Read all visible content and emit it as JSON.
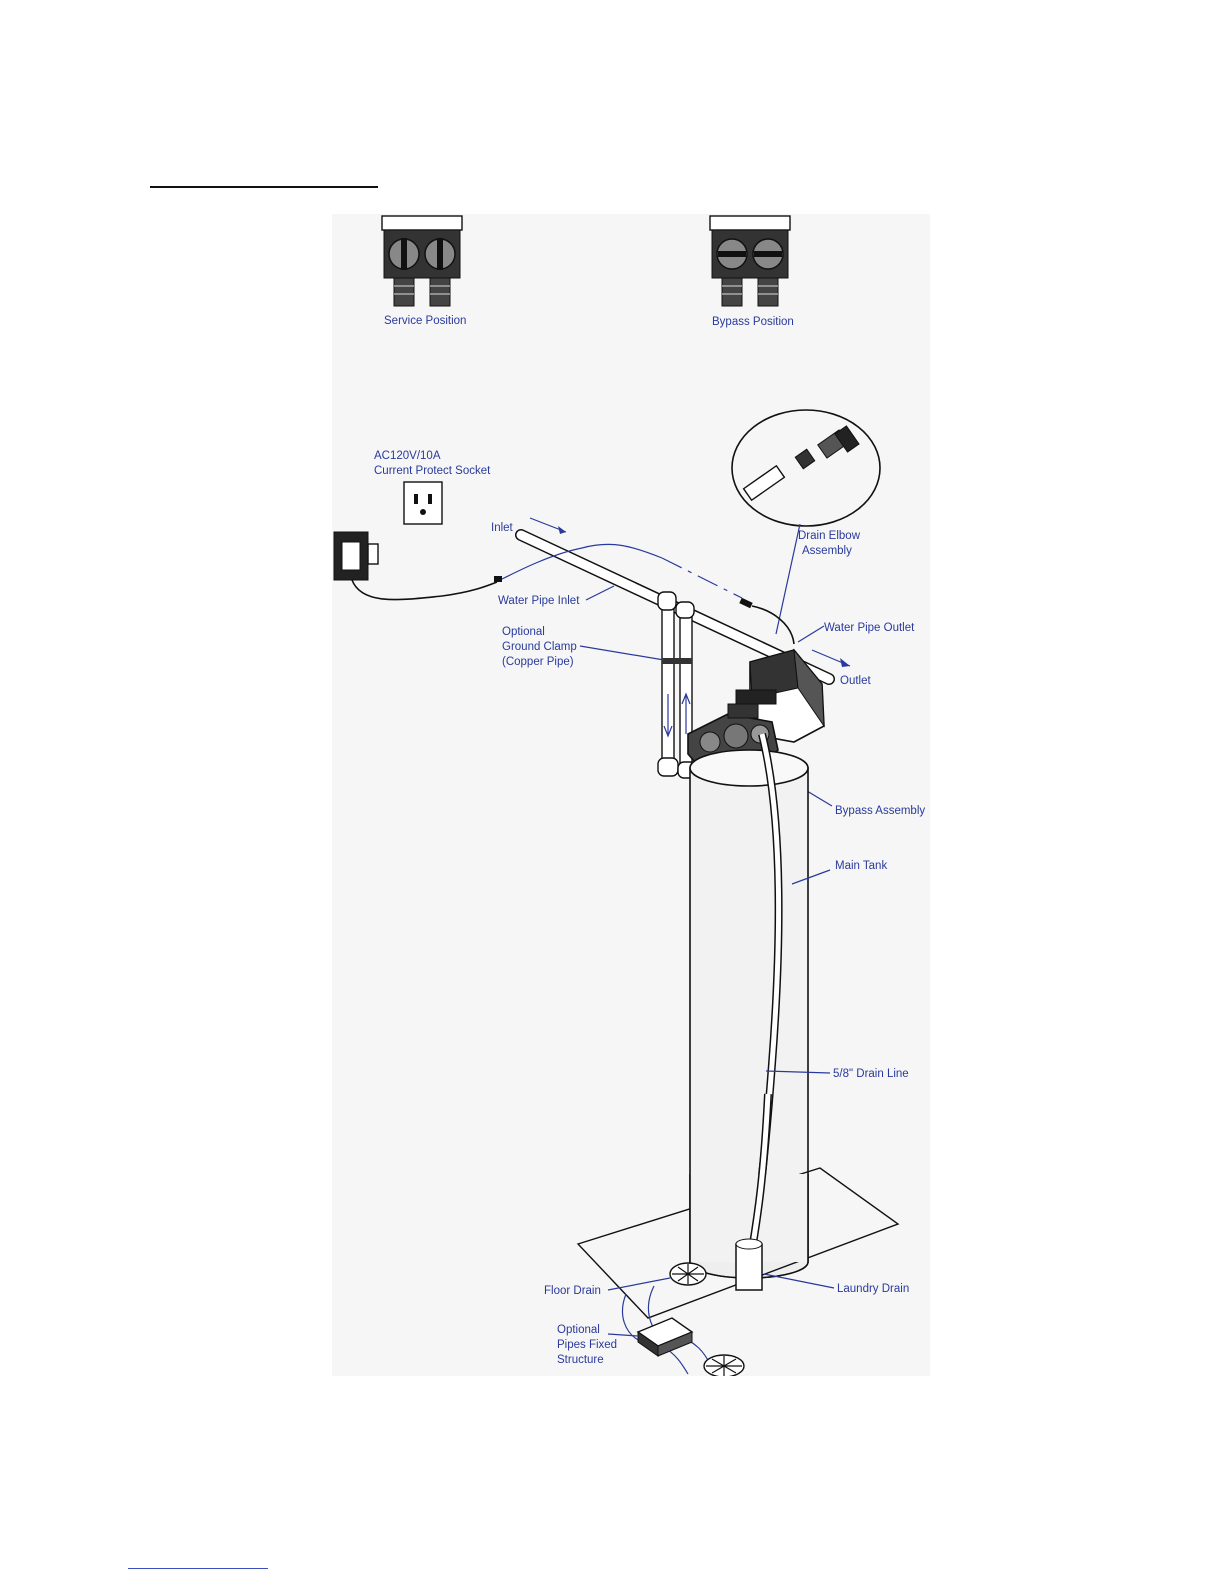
{
  "labels": {
    "service_position": "Service Position",
    "bypass_position": "Bypass Position",
    "socket_line1": "AC120V/10A",
    "socket_line2": "Current Protect Socket",
    "inlet": "Inlet",
    "drain_elbow_line1": "Drain Elbow",
    "drain_elbow_line2": "Assembly",
    "water_pipe_inlet": "Water Pipe Inlet",
    "optional_ground_line1": "Optional",
    "optional_ground_line2": "Ground Clamp",
    "optional_ground_line3": "(Copper Pipe)",
    "water_pipe_outlet": "Water Pipe Outlet",
    "outlet": "Outlet",
    "bypass_assembly": "Bypass Assembly",
    "main_tank": "Main Tank",
    "drain_line": "5/8\" Drain Line",
    "floor_drain": "Floor Drain",
    "laundry_drain": "Laundry Drain",
    "optional_pipes_line1": "Optional",
    "optional_pipes_line2": "Pipes Fixed",
    "optional_pipes_line3": "Structure"
  },
  "colors": {
    "label": "#2a3a9c",
    "ink": "#111111",
    "panel": "#f6f6f6"
  }
}
